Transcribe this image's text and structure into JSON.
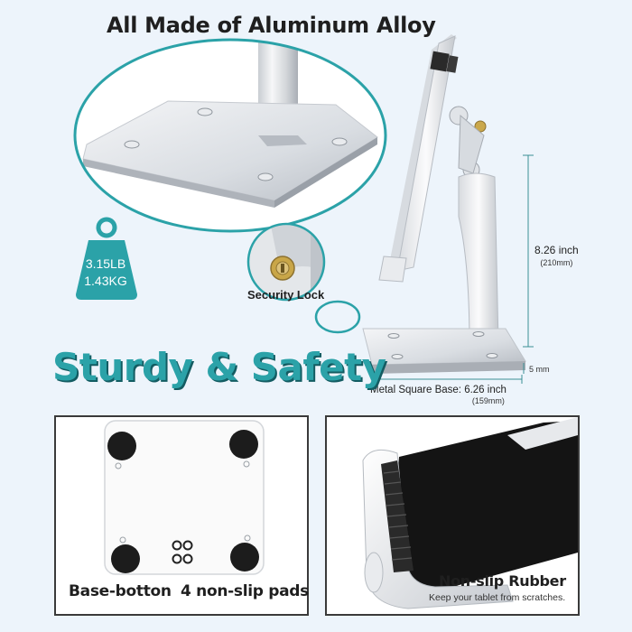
{
  "top_title": "All Made of Aluminum Alloy",
  "weight": {
    "lb": "3.15LB",
    "kg": "1.43KG"
  },
  "security_lock_label": "Security Lock",
  "height_dim": {
    "inch": "8.26 inch",
    "mm": "(210mm)"
  },
  "thickness_dim": "5 mm",
  "base_dim": {
    "inch": "Metal Square Base: 6.26 inch",
    "mm": "(159mm)"
  },
  "headline": "Sturdy & Safety",
  "base_panel": {
    "caption": "Base-botton",
    "pads": "4 non-slip pads"
  },
  "rubber_panel": {
    "caption": "Non-slip Rubber",
    "sub": "Keep your tablet from scratches."
  },
  "colors": {
    "accent": "#2ba2a8",
    "background": "#edf4fb",
    "dark": "#1f1f1f"
  }
}
